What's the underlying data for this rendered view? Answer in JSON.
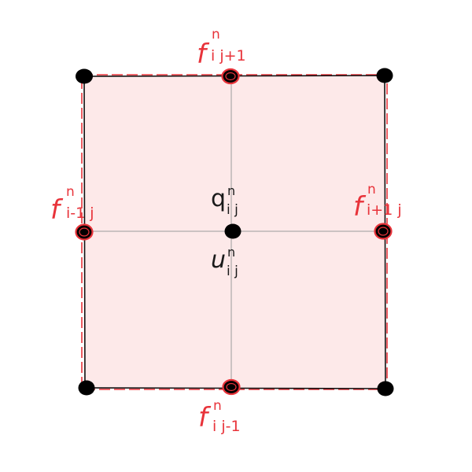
{
  "colors": {
    "cell_fill": "#fde9e9",
    "edge_red": "#e8333a",
    "edge_black": "#111111",
    "axis_gray": "#9a9a9a",
    "node_black": "#000000"
  },
  "labels": {
    "top": {
      "base": "f",
      "sup": "n",
      "sub": "i j+1"
    },
    "bottom": {
      "base": "f",
      "sup": "n",
      "sub": "i j-1"
    },
    "left": {
      "base": "f",
      "sup": "n",
      "sub": "i-1 j"
    },
    "right": {
      "base": "f",
      "sup": "n",
      "sub": "i+1 j"
    },
    "center_q": {
      "base": "q",
      "sup": "n",
      "sub": "i j"
    },
    "center_u": {
      "base": "u",
      "sup": "n",
      "sub": "i j"
    }
  }
}
